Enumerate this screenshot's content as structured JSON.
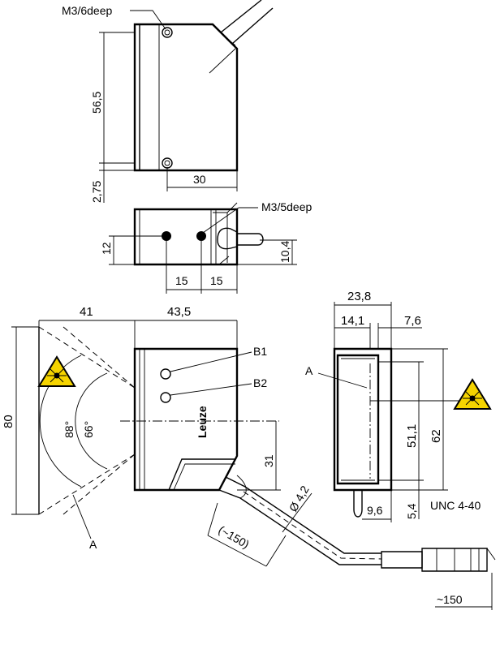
{
  "labels": {
    "top_hole": "M3/6deep",
    "side_hole": "M3/5deep",
    "dim_56_5": "56,5",
    "dim_2_75": "2,75",
    "dim_30": "30",
    "dim_12": "12",
    "dim_10_4": "10,4",
    "dim_15_a": "15",
    "dim_15_b": "15",
    "dim_41": "41",
    "dim_43_5": "43,5",
    "dim_80": "80",
    "dim_88": "88°",
    "dim_66": "66°",
    "dim_31": "31",
    "led_b1": "B1",
    "led_b2": "B2",
    "brand": "Leuze",
    "mark_a_front": "A",
    "mark_a_side": "A",
    "dim_dia": "Ø 4,2",
    "dim_cable": "(~150)",
    "dim_150": "~150",
    "dim_23_8": "23,8",
    "dim_14_1": "14,1",
    "dim_7_6": "7,6",
    "dim_51_1": "51,1",
    "dim_62": "62",
    "dim_5_4": "5,4",
    "dim_9_6": "9,6",
    "thread": "UNC 4-40"
  },
  "colors": {
    "line": "#000000",
    "laser_yellow": "#f5d400"
  },
  "icons": [
    "laser-warning-icon",
    "laser-warning-icon"
  ]
}
